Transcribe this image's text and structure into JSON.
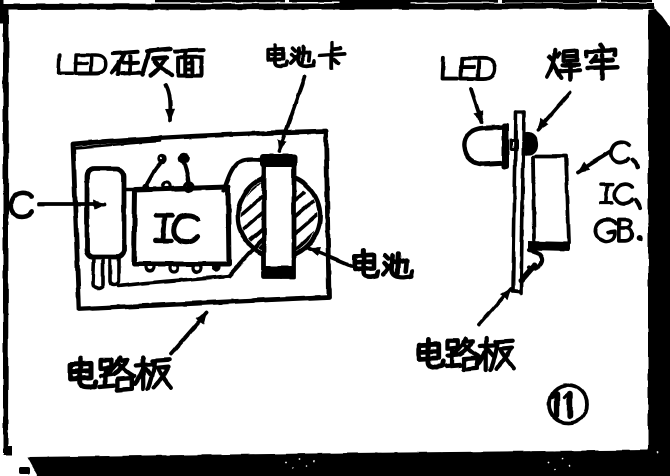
{
  "figure": {
    "kind": "hand-drawn electronics assembly illustration (scanned book figure)",
    "figure_number": "11",
    "ink_color": "#050505",
    "paper_color": "#ffffff"
  },
  "top_view": {
    "labels": {
      "led_on_back": "LED在反面",
      "battery_clip": "电池卡",
      "capacitor": "C",
      "ic_chip": "IC",
      "battery": "电池",
      "circuit_board": "电路板"
    }
  },
  "side_view": {
    "labels": {
      "led": "LED",
      "solder_firmly": "焊牢",
      "components_line1": "C、",
      "components_line2": "IC、",
      "components_line3": "GB.",
      "circuit_board": "电路板"
    }
  }
}
